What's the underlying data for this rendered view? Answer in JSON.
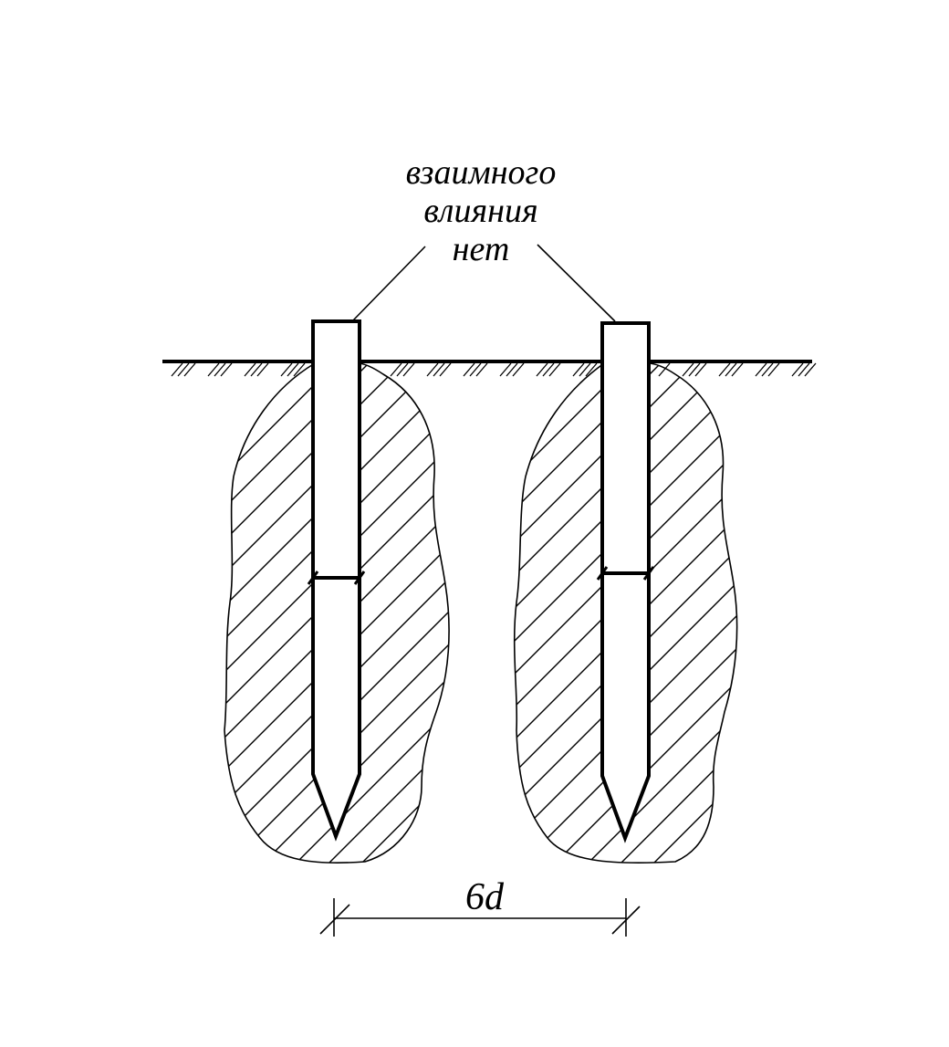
{
  "callout": {
    "lines": [
      "взаимного",
      "влияния",
      "нет"
    ]
  },
  "dimension": {
    "label": "6d"
  },
  "colors": {
    "ink": "#000000",
    "background": "#ffffff"
  }
}
